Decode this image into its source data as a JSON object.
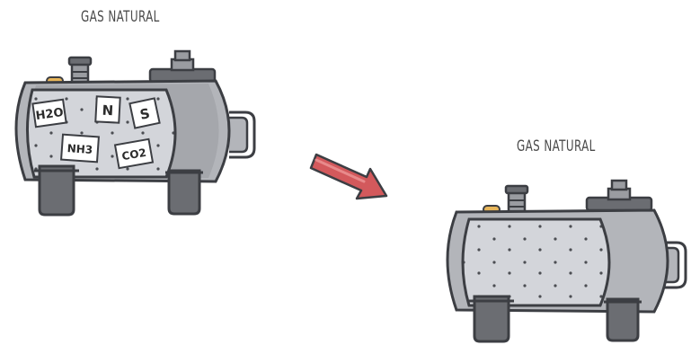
{
  "labels": {
    "left": "GAS NATURAL",
    "right": "GAS NATURAL"
  },
  "impurities": [
    "H2O",
    "N",
    "S",
    "NH3",
    "CO2"
  ],
  "colors": {
    "tank_body": "#b3b5ba",
    "tank_dark": "#6b6d72",
    "outline": "#3c3e43",
    "window": "#d3d5da",
    "arrow": "#d3595c",
    "valve_knob": "#e8b65a"
  }
}
